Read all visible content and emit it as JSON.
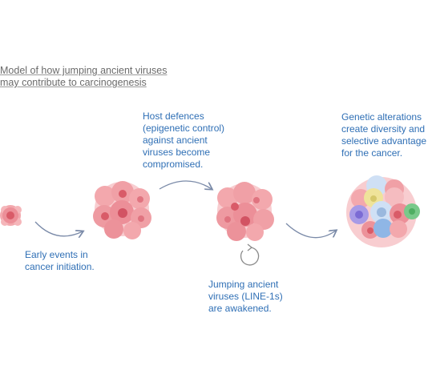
{
  "title": {
    "line1": "Model of how jumping ancient viruses",
    "line2": "may contribute to carcinogenesis"
  },
  "captions": {
    "early": [
      "Early events in",
      "cancer initiation."
    ],
    "host": [
      "Host defences",
      "(epigenetic control)",
      "against ancient",
      "viruses become",
      "compromised."
    ],
    "jumping": [
      "Jumping ancient",
      "viruses (LINE-1s)",
      "are awakened."
    ],
    "genetic": [
      "Genetic alterations",
      "create diversity and",
      "selective advantage",
      "for the cancer."
    ]
  },
  "colors": {
    "caption_text": "#2f6fb5",
    "title_text": "#6b6b6b",
    "arrow": "#7a8aa8",
    "cell_light": "#f3a8ad",
    "cell_mid": "#e88a92",
    "nucleus": "#d95b68",
    "clone_yellow": "#efe39a",
    "clone_blue": "#8fb6e6",
    "clone_purple": "#a79ae6",
    "clone_green": "#79c98a",
    "clone_lightblue": "#cfe0f5"
  },
  "icons": [
    "single-cell-icon",
    "cell-cluster-icon",
    "heterogeneous-tumour-icon",
    "curved-arrow-icon",
    "circular-arrow-icon"
  ]
}
